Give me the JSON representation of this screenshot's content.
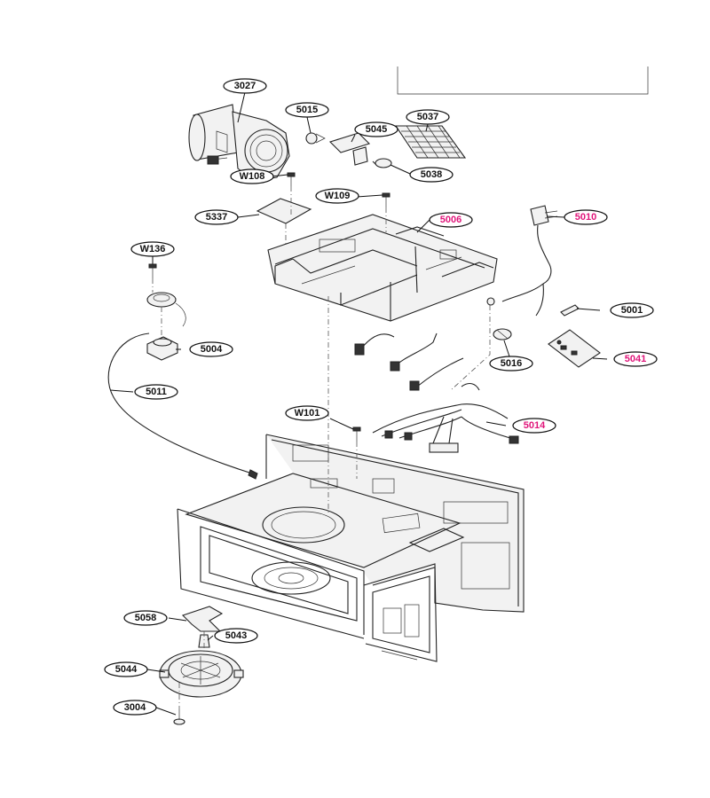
{
  "diagram": {
    "callouts": [
      {
        "id": "c3027",
        "label": "3027",
        "highlight": false
      },
      {
        "id": "c5015",
        "label": "5015",
        "highlight": false
      },
      {
        "id": "c5045",
        "label": "5045",
        "highlight": false
      },
      {
        "id": "c5037",
        "label": "5037",
        "highlight": false
      },
      {
        "id": "c5038",
        "label": "5038",
        "highlight": false
      },
      {
        "id": "cW108",
        "label": "W108",
        "highlight": false
      },
      {
        "id": "cW109",
        "label": "W109",
        "highlight": false
      },
      {
        "id": "c5337",
        "label": "5337",
        "highlight": false
      },
      {
        "id": "c5006",
        "label": "5006",
        "highlight": true
      },
      {
        "id": "c5010",
        "label": "5010",
        "highlight": true
      },
      {
        "id": "cW136",
        "label": "W136",
        "highlight": false
      },
      {
        "id": "c5001",
        "label": "5001",
        "highlight": false
      },
      {
        "id": "c5004",
        "label": "5004",
        "highlight": false
      },
      {
        "id": "c5016",
        "label": "5016",
        "highlight": false
      },
      {
        "id": "c5041",
        "label": "5041",
        "highlight": true
      },
      {
        "id": "c5011",
        "label": "5011",
        "highlight": false
      },
      {
        "id": "cW101",
        "label": "W101",
        "highlight": false
      },
      {
        "id": "c5014",
        "label": "5014",
        "highlight": true
      },
      {
        "id": "c5058",
        "label": "5058",
        "highlight": false
      },
      {
        "id": "c5043",
        "label": "5043",
        "highlight": false
      },
      {
        "id": "c5044",
        "label": "5044",
        "highlight": false
      },
      {
        "id": "c3004",
        "label": "3004",
        "highlight": false
      }
    ],
    "colors": {
      "highlight": "#e0157a",
      "normal": "#111111"
    }
  }
}
